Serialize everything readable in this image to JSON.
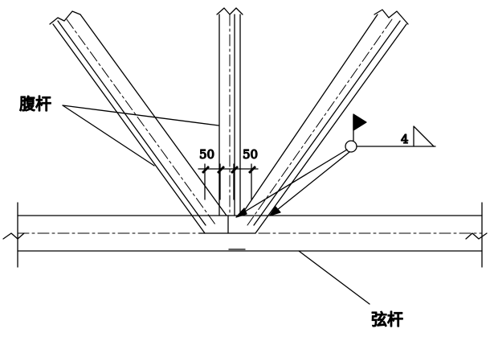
{
  "labels": {
    "web_member": "腹杆",
    "chord_member": "弦杆",
    "spacing_left": "50",
    "spacing_right": "50",
    "weld_size": "4"
  }
}
